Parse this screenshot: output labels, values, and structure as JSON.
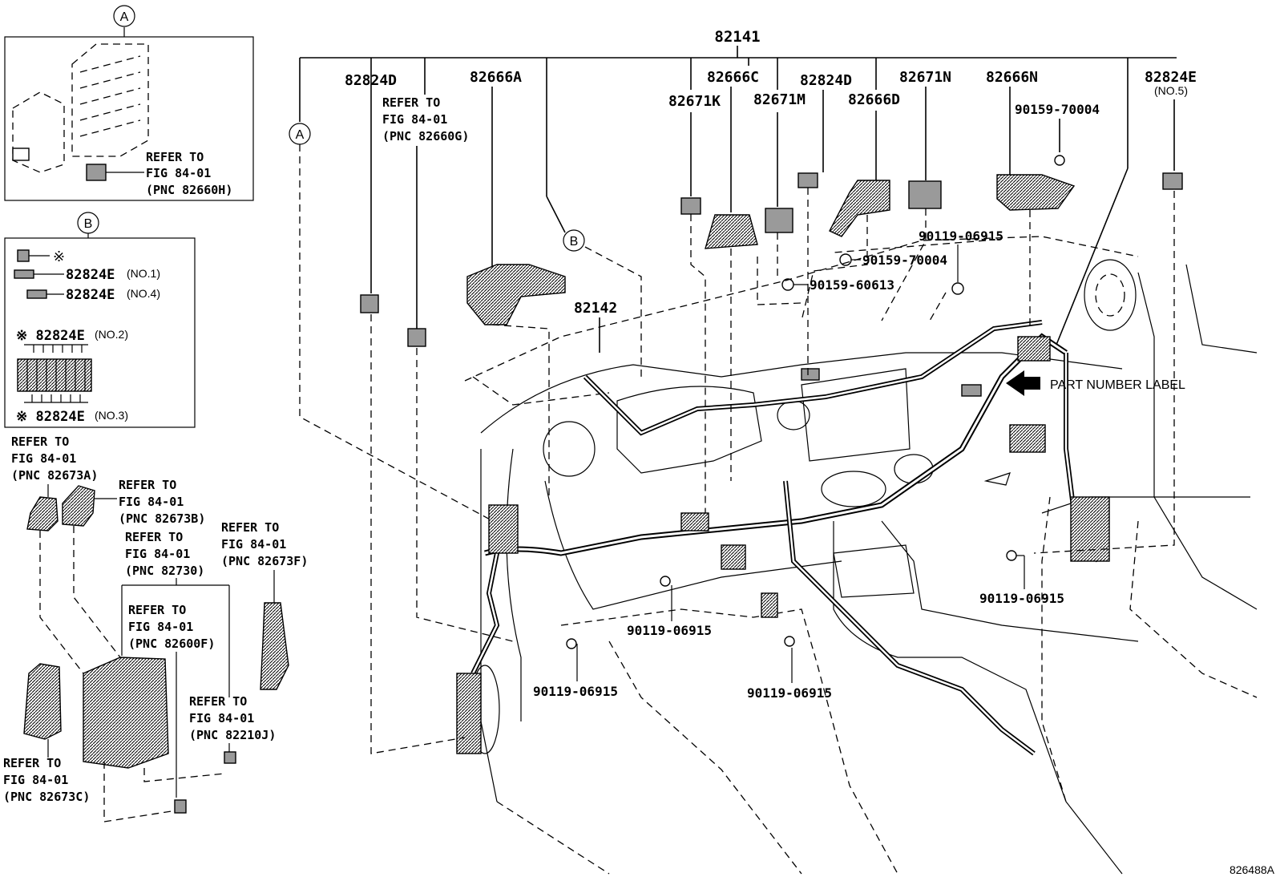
{
  "callouts": {
    "top": "82141",
    "c82824D_a": "82824D",
    "c82666A": "82666A",
    "c82666C": "82666C",
    "c82824D_b": "82824D",
    "c82671N": "82671N",
    "c82666N": "82666N",
    "c82824E": "82824E",
    "c82824E_no5": "(NO.5)",
    "c82671K": "82671K",
    "c82671M": "82671M",
    "c82666D": "82666D",
    "c90159_70004_top": "90159-70004",
    "c90119_06915_top": "90119-06915",
    "c90159_70004_mid": "90159-70004",
    "c90159_60613": "90159-60613",
    "c82142": "82142",
    "part_number_label": "PART NUMBER LABEL",
    "c90119_06915_r": "90119-06915",
    "c90119_06915_c": "90119-06915",
    "c90119_06915_l": "90119-06915",
    "c90119_06915_b": "90119-06915",
    "figure_id": "826488A"
  },
  "refers": {
    "r_82660G": [
      "REFER TO",
      "FIG 84-01",
      "(PNC 82660G)"
    ],
    "r_82660H": [
      "REFER TO",
      "FIG 84-01",
      "(PNC 82660H)"
    ],
    "r_82673A": [
      "REFER TO",
      "FIG 84-01",
      "(PNC 82673A)"
    ],
    "r_82673B": [
      "REFER TO",
      "FIG 84-01",
      "(PNC 82673B)"
    ],
    "r_82730": [
      "REFER TO",
      "FIG 84-01",
      "(PNC 82730)"
    ],
    "r_82673F": [
      "REFER TO",
      "FIG 84-01",
      "(PNC 82673F)"
    ],
    "r_82600F": [
      "REFER TO",
      "FIG 84-01",
      "(PNC 82600F)"
    ],
    "r_82210J": [
      "REFER TO",
      "FIG 84-01",
      "(PNC 82210J)"
    ],
    "r_82673C": [
      "REFER TO",
      "FIG 84-01",
      "(PNC 82673C)"
    ]
  },
  "markers": {
    "a": "A",
    "b": "B"
  },
  "inset_b": {
    "mark": "※",
    "no1_pn": "82824E",
    "no1_tag": "(NO.1)",
    "no4_pn": "82824E",
    "no4_tag": "(NO.4)",
    "no2_pn": "※ 82824E",
    "no2_tag": "(NO.2)",
    "no3_pn": "※ 82824E",
    "no3_tag": "(NO.3)"
  }
}
